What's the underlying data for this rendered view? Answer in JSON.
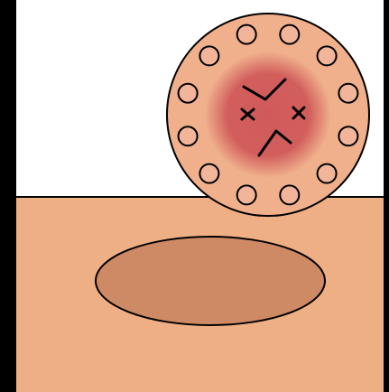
{
  "scene": {
    "background_color": "#000000",
    "sky_color": "#ffffff",
    "ground_color": "#efaf84",
    "pit_color": "#cd8a65",
    "outline_color": "#000000",
    "character": {
      "body_color": "#f0b08c",
      "glow_color": "#d05a5a",
      "bead_color": "#f2b59a",
      "bead_count": 12,
      "expression": "angry",
      "eyes": "x-eyes",
      "brows": "v-shape",
      "mouth": "frown"
    }
  }
}
